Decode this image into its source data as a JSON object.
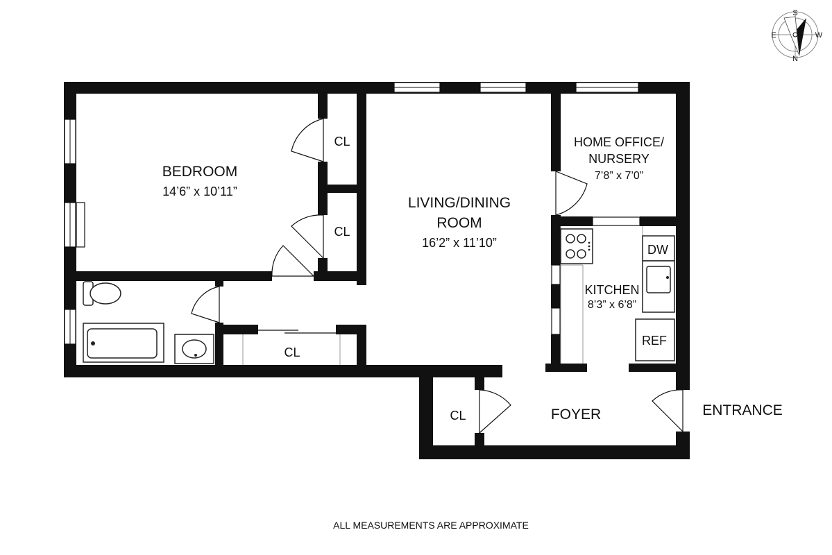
{
  "rooms": {
    "bedroom": {
      "name": "BEDROOM",
      "dims": "14’6” x 10’11”"
    },
    "living": {
      "name_line1": "LIVING/DINING",
      "name_line2": "ROOM",
      "dims": "16’2” x 11’10”"
    },
    "office": {
      "name_line1": "HOME OFFICE/",
      "name_line2": "NURSERY",
      "dims": "7’8” x 7’0”"
    },
    "kitchen": {
      "name": "KITCHEN",
      "dims": "8’3” x 6’8”"
    },
    "foyer": {
      "name": "FOYER"
    }
  },
  "closets": {
    "cl_upper": "CL",
    "cl_middle": "CL",
    "cl_hall": "CL",
    "cl_foyer": "CL"
  },
  "appliances": {
    "dishwasher": "DW",
    "refrigerator": "REF"
  },
  "entrance_label": "ENTRANCE",
  "compass": {
    "n": "N",
    "s": "S",
    "e": "E",
    "w": "W"
  },
  "footer_note": "ALL MEASUREMENTS ARE APPROXIMATE"
}
